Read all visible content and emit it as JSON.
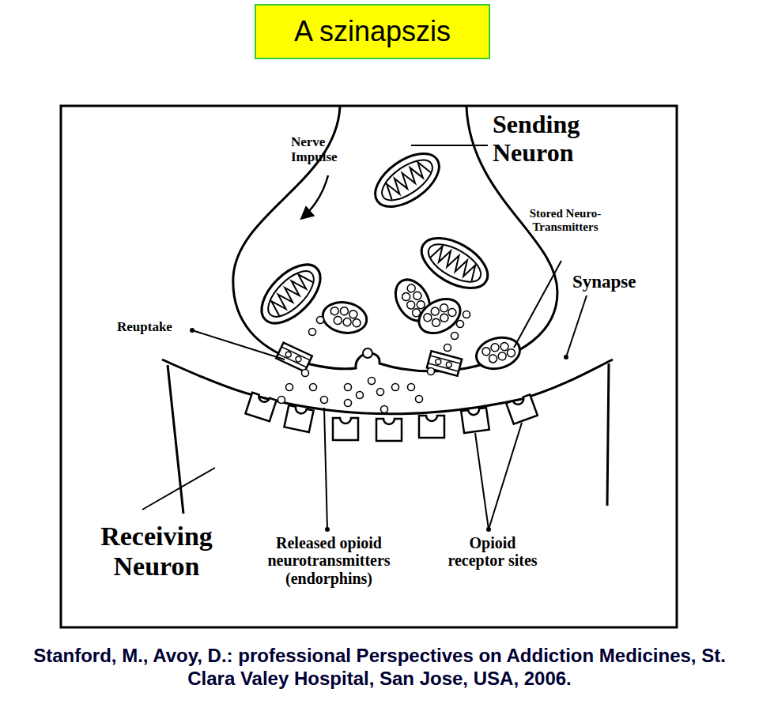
{
  "diagram": {
    "title": "A szinapszis",
    "caption": "Stanford, M., Avoy, D.: professional Perspectives on Addiction Medicines, St. Clara Valey Hospital, San Jose, USA, 2006.",
    "labels": [
      "Sending Neuron",
      "Nerve Impulse",
      "Stored Neuro- Transmitters",
      "Synapse",
      "Reuptake",
      "Receiving Neuron",
      "Released opioid neurotransmitters (endorphins)",
      "Opioid receptor sites"
    ]
  }
}
